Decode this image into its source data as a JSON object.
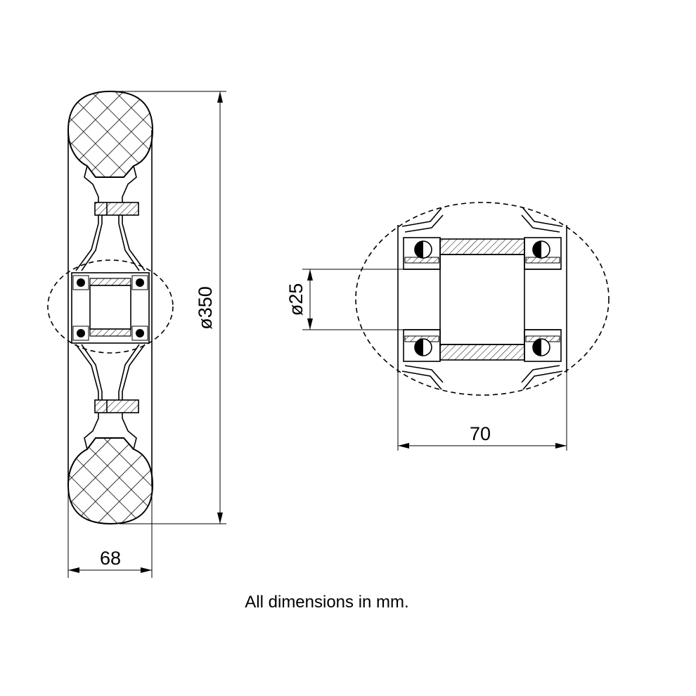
{
  "dimensions": {
    "diameter": "ø350",
    "width": "68",
    "bore": "ø25",
    "hub_length": "70"
  },
  "caption": "All dimensions in mm.",
  "colors": {
    "line": "#000000",
    "background": "#ffffff"
  }
}
